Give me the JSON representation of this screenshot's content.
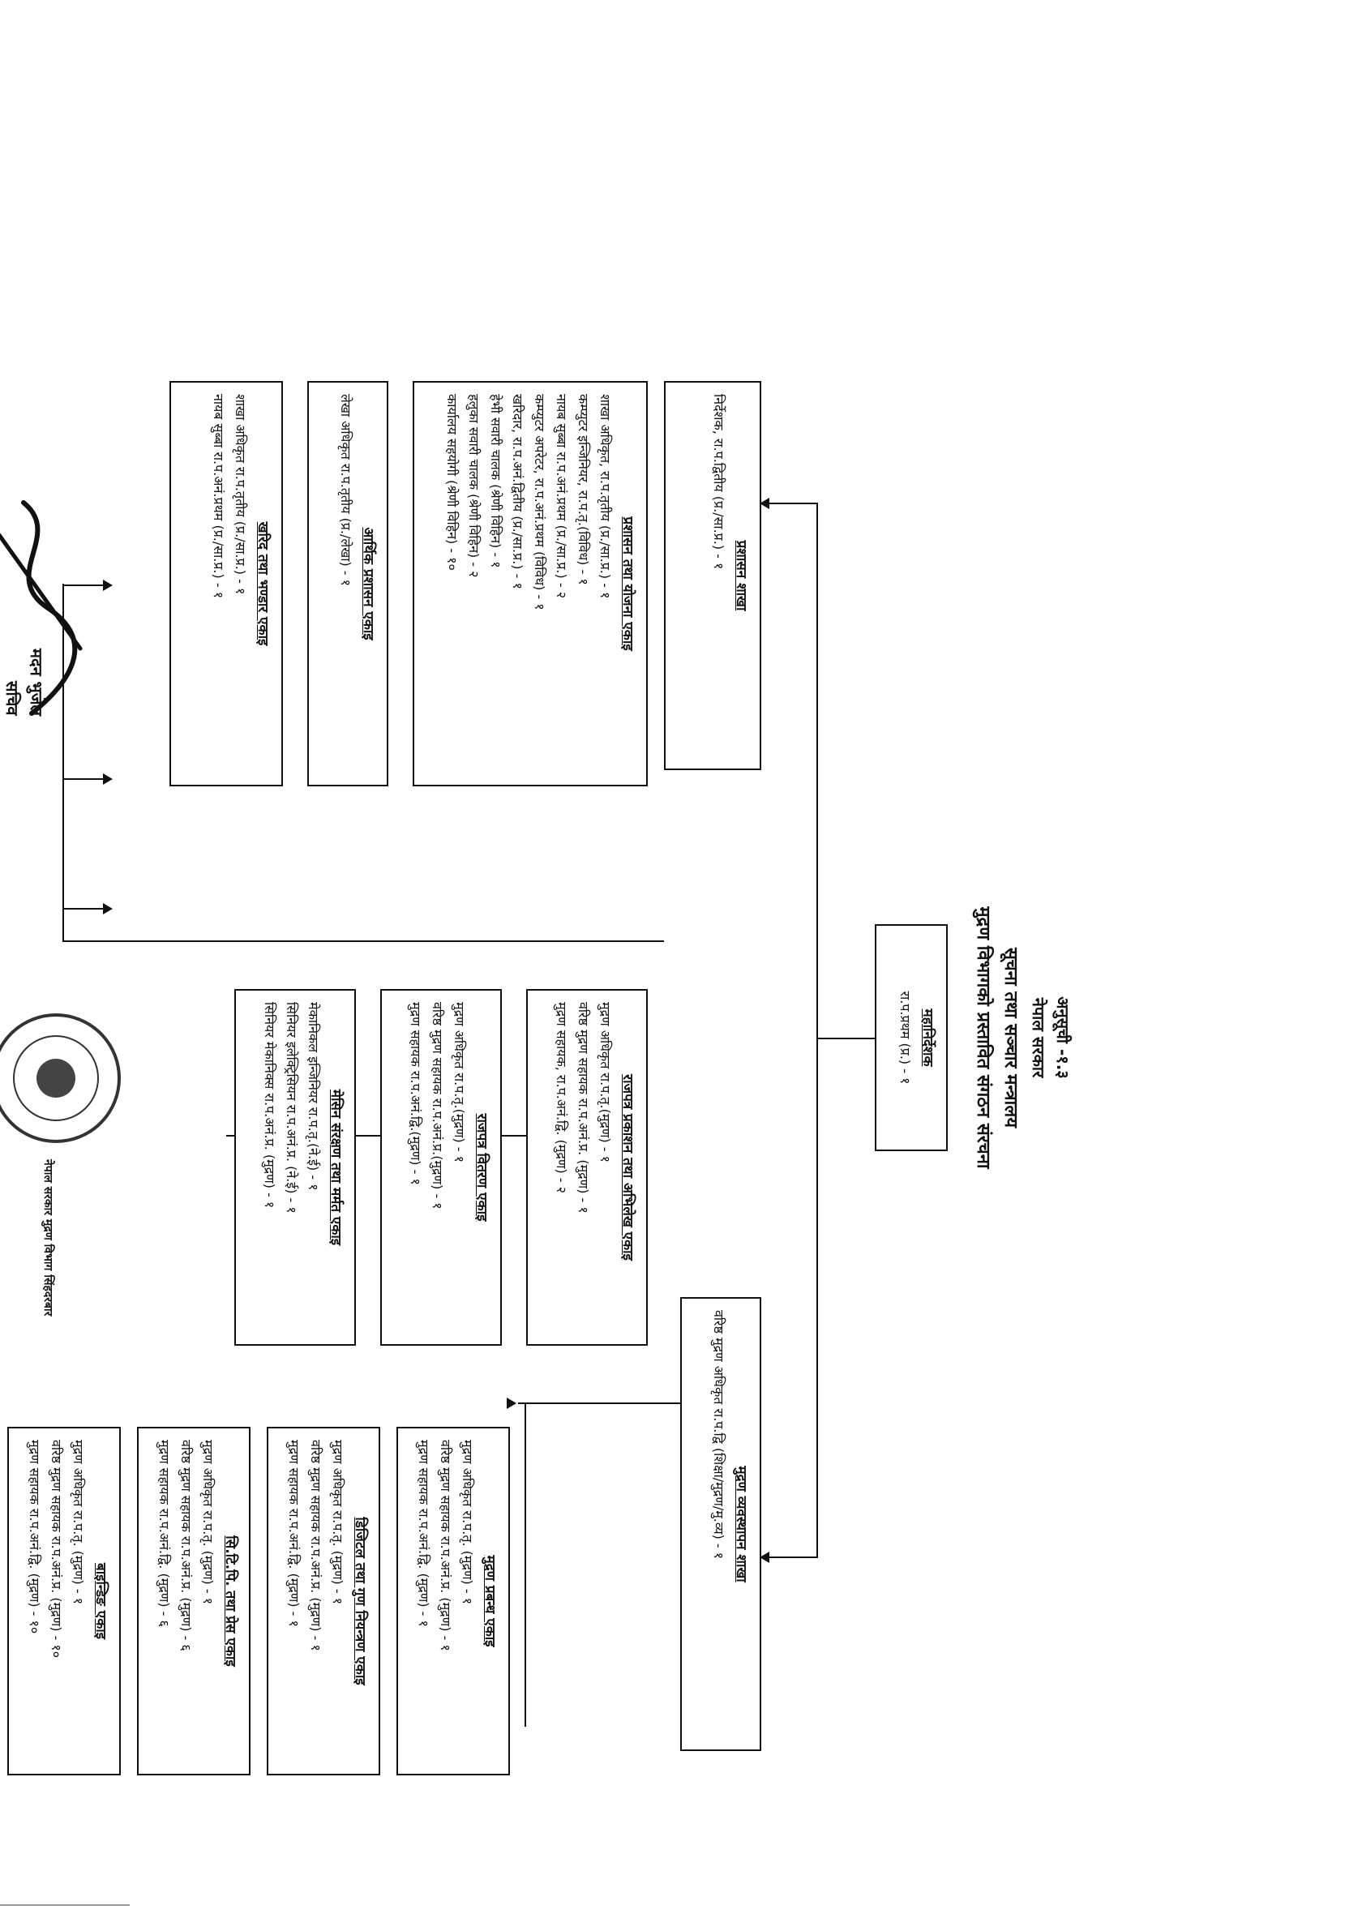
{
  "header": {
    "annex": "अनुसूची -१.३",
    "government": "नेपाल सरकार",
    "ministry": "सूचना तथा सञ्चार मन्त्रालय",
    "subject": "मुद्रण विभागको प्रस्तावित संगठन संरचना"
  },
  "top": {
    "title": "महानिर्देशक",
    "lines": [
      "रा.प.प्रथम (प्र.) - १"
    ]
  },
  "branches": {
    "admin": {
      "title": "प्रशासन शाखा",
      "lines": [
        "निर्देशक, रा.प.द्वितीय (प्र./सा.प्र.) - १"
      ]
    },
    "print": {
      "title": "मुद्रण व्यवस्थापन शाखा",
      "lines": [
        "वरिष्ठ मुद्रण अधिकृत रा.प.द्वि (शिक्षा/मुद्रण/मु.व्य) - १"
      ]
    }
  },
  "admin_units": [
    {
      "title": "प्रशासन तथा योजना एकाइ",
      "lines": [
        "शाखा अधिकृत, रा.प.तृतीय (प्र./सा.प्र.) - १",
        "कम्प्युटर इन्जिनियर, रा.प.तृ.(विविध) - १",
        "नायब सुब्बा रा.प.अनं.प्रथम (प्र./सा.प्र.) - २",
        "कम्प्युटर अपरेटर, रा.प.अनं.प्रथम (विविध) - १",
        "खरिदार, रा.प.अनं.द्वितीय (प्र./सा.प्र.) - १",
        "हेभी सवारी चालक (श्रेणी विहिन) - १",
        "हलुका सवारी चालक (श्रेणी विहिन) - २",
        "कार्यालय सहयोगी (श्रेणी विहिन) - १०"
      ]
    },
    {
      "title": "आर्थिक प्रशासन एकाइ",
      "lines": [
        "लेखा अधिकृत रा.प.तृतीय (प्र./लेखा) - १"
      ]
    },
    {
      "title": "खरिद तथा भण्डार एकाइ",
      "lines": [
        "शाखा अधिकृत रा.प.तृतीय (प्र./सा.प्र.) - १",
        "नायब सुब्बा रा.प.अनं.प्रथम (प्र./सा.प्र.) - १"
      ]
    }
  ],
  "print_units_mid": [
    {
      "title": "राजपत्र प्रकाशन तथा अभिलेख एकाइ",
      "lines": [
        "मुद्रण अधिकृत रा.प.तृ.(मुद्रण) - १",
        "वरिष्ठ मुद्रण सहायक रा.प.अनं.प्र. (मुद्रण) - १",
        "मुद्रण सहायक, रा.प.अनं.द्वि. (मुद्रण) - २"
      ]
    },
    {
      "title": "राजपत्र वितरण एकाइ",
      "lines": [
        "मुद्रण अधिकृत रा.प.तृ.(मुद्रण) - १",
        "वरिष्ठ मुद्रण सहायक रा.प.अनं.प्र.(मुद्रण) - १",
        "मुद्रण सहायक रा.प.अनं.द्वि.(मुद्रण) - १"
      ]
    },
    {
      "title": "मेसिन संरक्षण तथा मर्मत एकाइ",
      "lines": [
        "मेकानिकल इन्जिनियर रा.प.तृ.(ने.ई) - १",
        "सिनियर इलेक्ट्रिसियन रा.प.अनं.प्र. (ने.ई) - १",
        "सिनियर मेकानिक्स रा.प.अनं.प्र. (मुद्रण) - १"
      ]
    }
  ],
  "print_units_right": [
    {
      "title": "मुद्रण प्रबन्ध एकाइ",
      "lines": [
        "मुद्रण अधिकृत रा.प.तृ. (मुद्रण) - १",
        "वरिष्ठ मुद्रण सहायक रा.प.अनं.प्र. (मुद्रण) - १",
        "मुद्रण सहायक रा.प.अनं.द्वि. (मुद्रण) - १"
      ]
    },
    {
      "title": "डिजिटल तथा गुण नियन्त्रण एकाइ",
      "lines": [
        "मुद्रण अधिकृत रा.प.तृ. (मुद्रण) - १",
        "वरिष्ठ मुद्रण सहायक रा.प.अनं.प्र. (मुद्रण) - १",
        "मुद्रण सहायक रा.प.अनं.द्वि. (मुद्रण) - १"
      ]
    },
    {
      "title": "सि.टि.पि. तथा प्रेस एकाइ",
      "lines": [
        "मुद्रण अधिकृत रा.प.तृ. (मुद्रण) - १",
        "वरिष्ठ मुद्रण सहायक रा.प.अनं.प्र. (मुद्रण) - ६",
        "मुद्रण सहायक रा.प.अनं.द्वि. (मुद्रण) - ६"
      ]
    },
    {
      "title": "बाइन्डिङ एकाइ",
      "lines": [
        "मुद्रण अधिकृत रा.प.तृ. (मुद्रण) - १",
        "वरिष्ठ मुद्रण सहायक रा.प.अनं.प्र. (मुद्रण) - १०",
        "मुद्रण सहायक रा.प.अनं.द्वि. (मुद्रण) - १०"
      ]
    }
  ],
  "signature": {
    "name": "मदन भुजेल",
    "title": "सचिव"
  },
  "stamp": {
    "text": "नेपाल सरकार मुद्रण विभाग सिंहदरबार"
  }
}
